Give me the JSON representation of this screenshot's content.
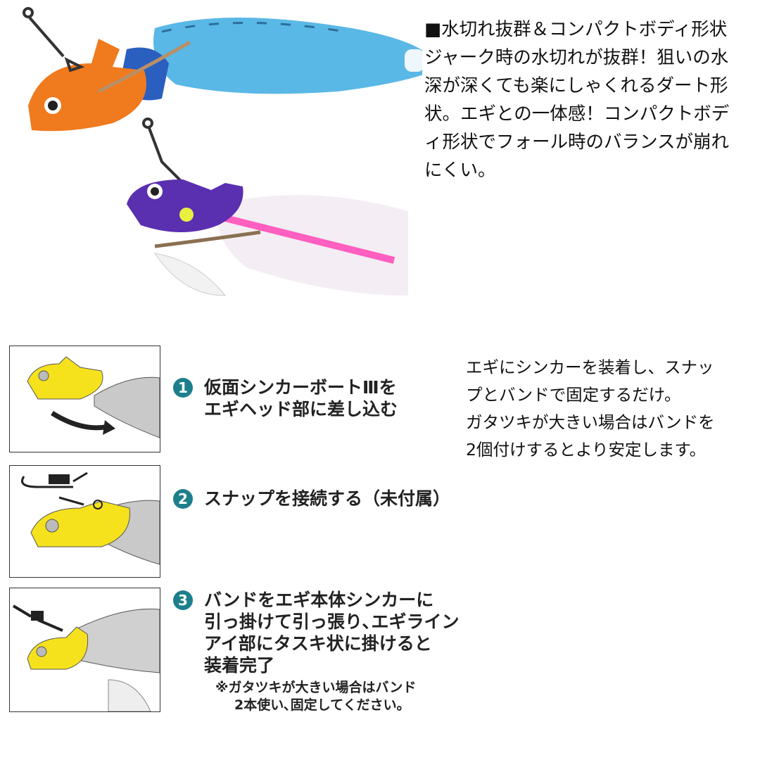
{
  "description": {
    "lines": [
      "■水切れ抜群＆コンパクトボディ形状",
      "ジャーク時の水切れが抜群！狙いの水",
      "深が深くても楽にしゃくれるダート形",
      "状。エギとの一体感！コンパクトボデ",
      "ィ形状でフォール時のバランスが崩れ",
      "にくい。"
    ]
  },
  "steps": [
    {
      "number": "1",
      "lines": [
        "仮面シンカーボートⅢを",
        "エギヘッド部に差し込む"
      ]
    },
    {
      "number": "2",
      "lines": [
        "スナップを接続する（未付属）"
      ]
    },
    {
      "number": "3",
      "lines": [
        "バンドをエギ本体シンカーに",
        "引っ掛けて引っ張り､エギライン",
        "アイ部にタスキ状に掛けると",
        "装着完了"
      ],
      "note": [
        "※ガタツキが大きい場合はバンド",
        "2本使い､固定してください。"
      ]
    }
  ],
  "side_note": {
    "lines": [
      "エギにシンカーを装着し、スナッ",
      "プとバンドで固定するだけ。",
      "ガタツキが大きい場合はバンドを",
      "2個付けするとより安定します。"
    ]
  },
  "colors": {
    "orange_sinker": "#f07a1e",
    "blue_body": "#5ab8e6",
    "purple_sinker": "#5a2fb0",
    "pink_stripe": "#ff5fc0",
    "yellow_sinker": "#f5e21c",
    "step_badge": "#1d7f8c"
  }
}
